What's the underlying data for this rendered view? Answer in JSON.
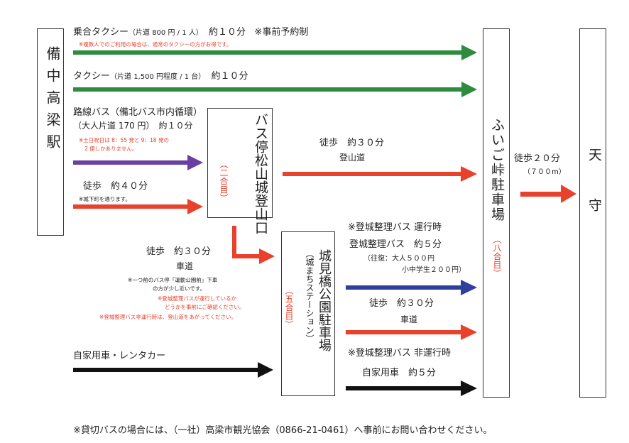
{
  "nodes": {
    "bitchu_takahashi": "備中高梁駅",
    "bus_stop": "バス停松山城登山口",
    "bus_stop_level": "（二合目）",
    "shiromi_park": "城見橋公園駐車場",
    "shiromi_sub": "（城まちステーション）",
    "shiromi_level": "（五合目）",
    "fuigo": "ふいご峠駐車場",
    "fuigo_level": "（八合目）",
    "tenshu": "天守"
  },
  "routes": {
    "shared_taxi": {
      "name": "乗合タクシー",
      "detail": "（片道 800 円 / 1 人）",
      "time": "約１０分",
      "note": "※事前予約制",
      "sub": "※複数人でのご利用の場合は、通常のタクシーの方がお得です。"
    },
    "taxi": {
      "name": "タクシー",
      "detail": "（片道 1,500 円程度 / 1 台）",
      "time": "約１０分"
    },
    "route_bus": {
      "line1": "路線バス（備北バス市内循環）",
      "line2": "（大人片道 170 円）　約１０分",
      "sub1": "※土日祝日は 8：55 発と 9：18 発の",
      "sub2": "2 便しかありません。"
    },
    "walk_station": {
      "label": "徒歩　約４０分",
      "sub": "※城下町を通ります。"
    },
    "walk_trail": {
      "label": "徒歩　約３０分",
      "sub": "登山道"
    },
    "walk_road": {
      "label": "徒歩　約３０分",
      "sub": "車道",
      "note1": "※一つ前のバス停「運動公園前」下車",
      "note2": "の方が少し近いです。",
      "note3": "※登城整理バスが運行しているか",
      "note4": "どうかを事前にご確認ください。",
      "note5": "※登城整理バス非運行時は、登山道をあがってください。"
    },
    "shuttle": {
      "header": "※登城整理バス 運行時",
      "label": "登城整理バス　約５分",
      "fare1": "（往復：大人５００円",
      "fare2": "小中学生２００円）"
    },
    "walk_road2": {
      "label": "徒歩　約３０分",
      "sub": "車道"
    },
    "shuttle_off": {
      "header": "※登城整理バス 非運行時",
      "label": "自家用車　約５分"
    },
    "own_car": {
      "label": "自家用車・レンタカー"
    },
    "walk_final": {
      "label": "徒歩２０分",
      "sub": "（７００m）"
    }
  },
  "footer": "※貸切バスの場合には、（一社）高梁市観光協会（0866-21-0461）へ事前にお問い合わせください。",
  "colors": {
    "green": "#2e8b3f",
    "red": "#e8412c",
    "purple": "#6b3fa0",
    "blue": "#2f3f9e",
    "black": "#111111"
  }
}
